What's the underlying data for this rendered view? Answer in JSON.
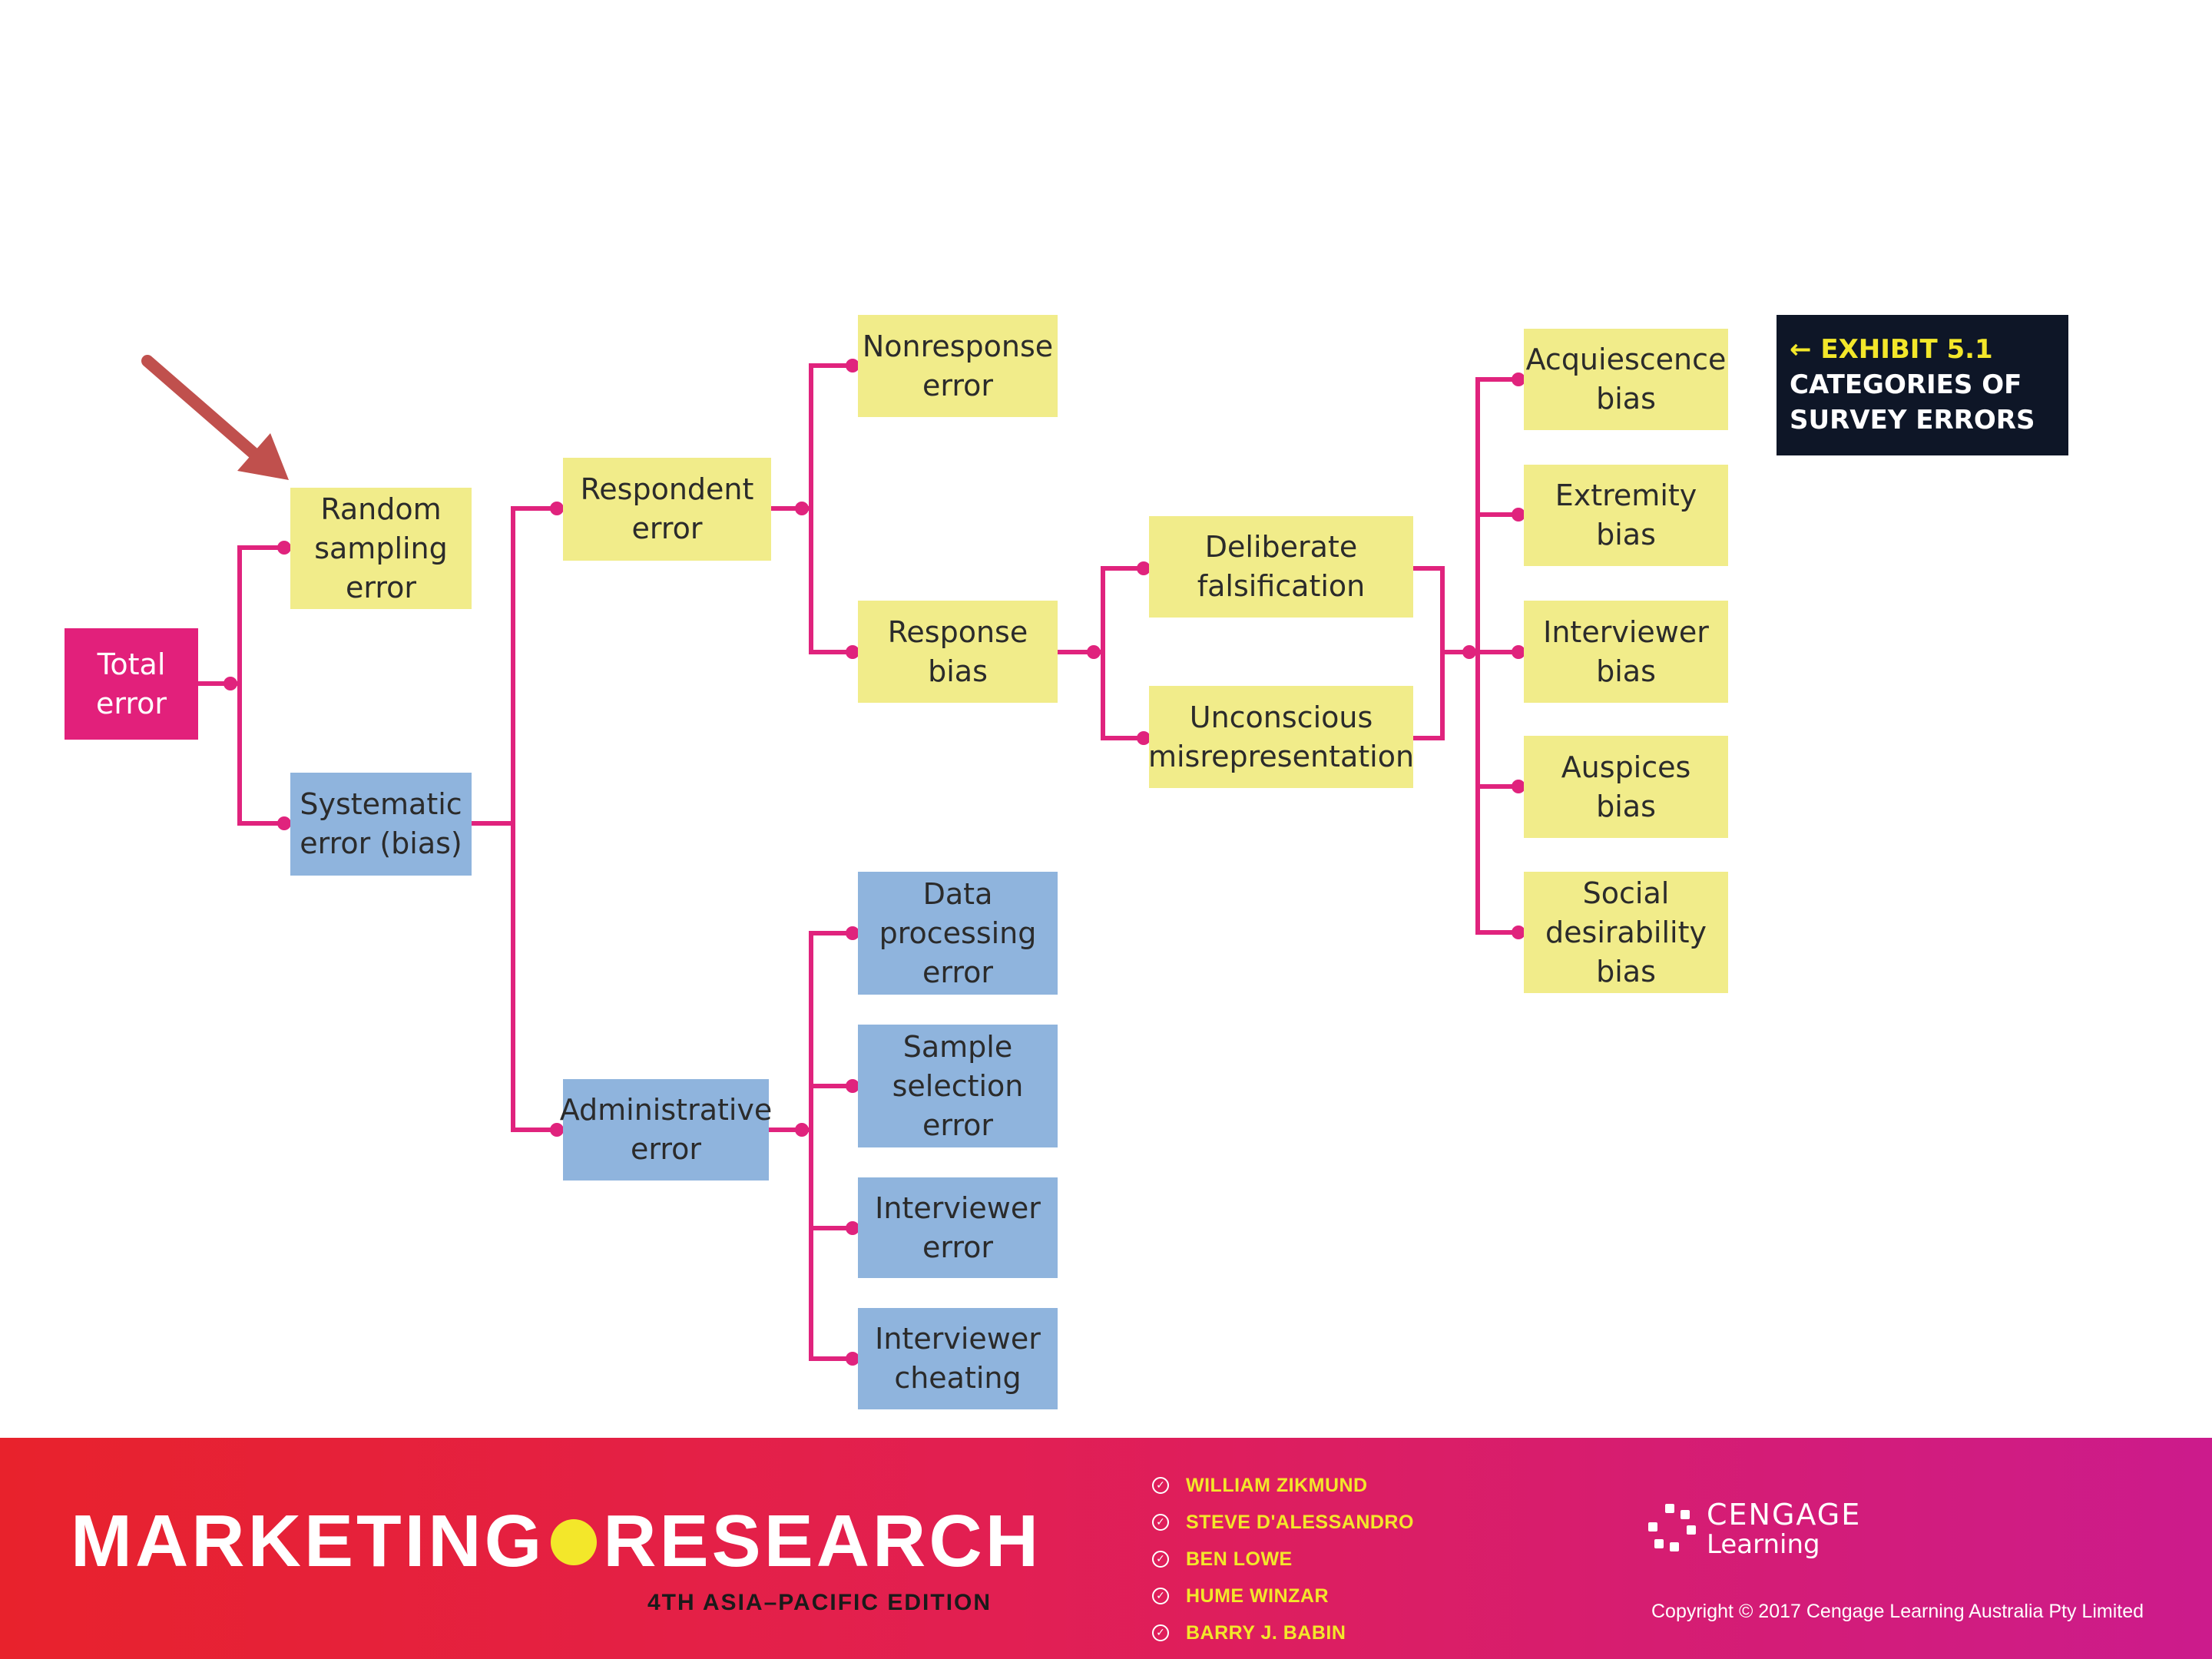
{
  "diagram": {
    "nodes": {
      "total_error": "Total\nerror",
      "random_sampling_error": "Random\nsampling\nerror",
      "systematic_error": "Systematic\nerror (bias)",
      "respondent_error": "Respondent\nerror",
      "administrative_error": "Administrative\nerror",
      "nonresponse_error": "Nonresponse\nerror",
      "response_bias": "Response\nbias",
      "deliberate_falsification": "Deliberate\nfalsification",
      "unconscious_misrepresentation": "Unconscious\nmisrepresentation",
      "acquiescence_bias": "Acquiescence\nbias",
      "extremity_bias": "Extremity\nbias",
      "interviewer_bias": "Interviewer\nbias",
      "auspices_bias": "Auspices\nbias",
      "social_desirability_bias": "Social\ndesirability\nbias",
      "data_processing_error": "Data\nprocessing\nerror",
      "sample_selection_error": "Sample\nselection\nerror",
      "interviewer_error": "Interviewer\nerror",
      "interviewer_cheating": "Interviewer\ncheating"
    },
    "colors": {
      "connector": "#e0237d",
      "random_error_box": "#f1ec8a",
      "systematic_error_box": "#8fb4dd",
      "root_box": "#e2207b",
      "arrow": "#c0504d"
    }
  },
  "exhibit": {
    "arrow_glyph": "←",
    "label": "EXHIBIT 5.1",
    "title_line1": "CATEGORIES OF",
    "title_line2": "SURVEY ERRORS"
  },
  "footer": {
    "brand_left": "MARKETING",
    "brand_right": "RESEARCH",
    "edition": "4TH ASIA–PACIFIC EDITION",
    "authors": [
      "WILLIAM ZIKMUND",
      "STEVE D'ALESSANDRO",
      "BEN LOWE",
      "HUME WINZAR",
      "BARRY J. BABIN"
    ],
    "publisher_line1": "CENGAGE",
    "publisher_line2": "Learning",
    "copyright": "Copyright © 2017 Cengage Learning Australia Pty Limited"
  }
}
